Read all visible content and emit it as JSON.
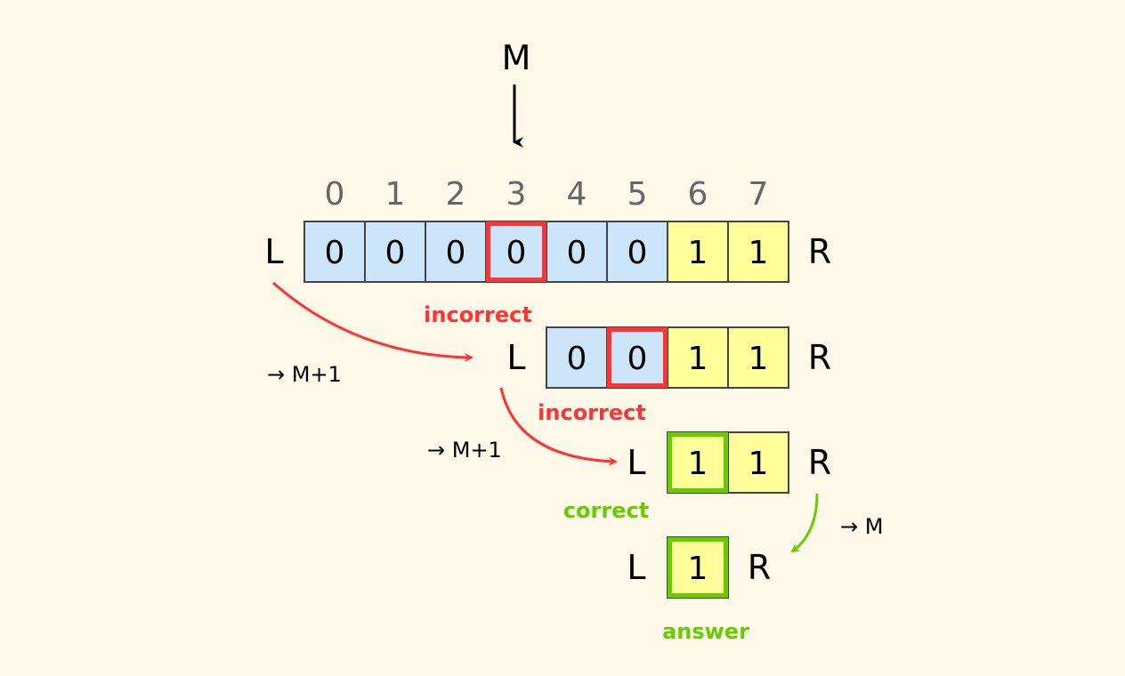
{
  "colors": {
    "background": "#fef8e8",
    "zero_cell": "#cce5fb",
    "one_cell": "#ffff99",
    "incorrect": "#ff3333",
    "correct": "#66cc00",
    "cell_border": "#444444",
    "index_text": "#666666"
  },
  "pointer_label": "M",
  "indices": [
    "0",
    "1",
    "2",
    "3",
    "4",
    "5",
    "6",
    "7"
  ],
  "rows": [
    {
      "left": "L",
      "right": "R",
      "cells": [
        "0",
        "0",
        "0",
        "0",
        "0",
        "0",
        "1",
        "1"
      ],
      "highlight_index": 3,
      "highlight": "incorrect"
    },
    {
      "left": "L",
      "right": "R",
      "cells": [
        "0",
        "0",
        "1",
        "1"
      ],
      "highlight_index": 1,
      "highlight": "incorrect"
    },
    {
      "left": "L",
      "right": "R",
      "cells": [
        "1",
        "1"
      ],
      "highlight_index": 0,
      "highlight": "correct"
    },
    {
      "left": "L",
      "right": "R",
      "cells": [
        "1"
      ],
      "highlight_index": 0,
      "highlight": "correct"
    }
  ],
  "status_labels": {
    "step1": "incorrect",
    "step2": "incorrect",
    "step3": "correct",
    "final": "answer"
  },
  "moves": {
    "step1": "→ M+1",
    "step2": "→ M+1",
    "step3": "→ M"
  }
}
